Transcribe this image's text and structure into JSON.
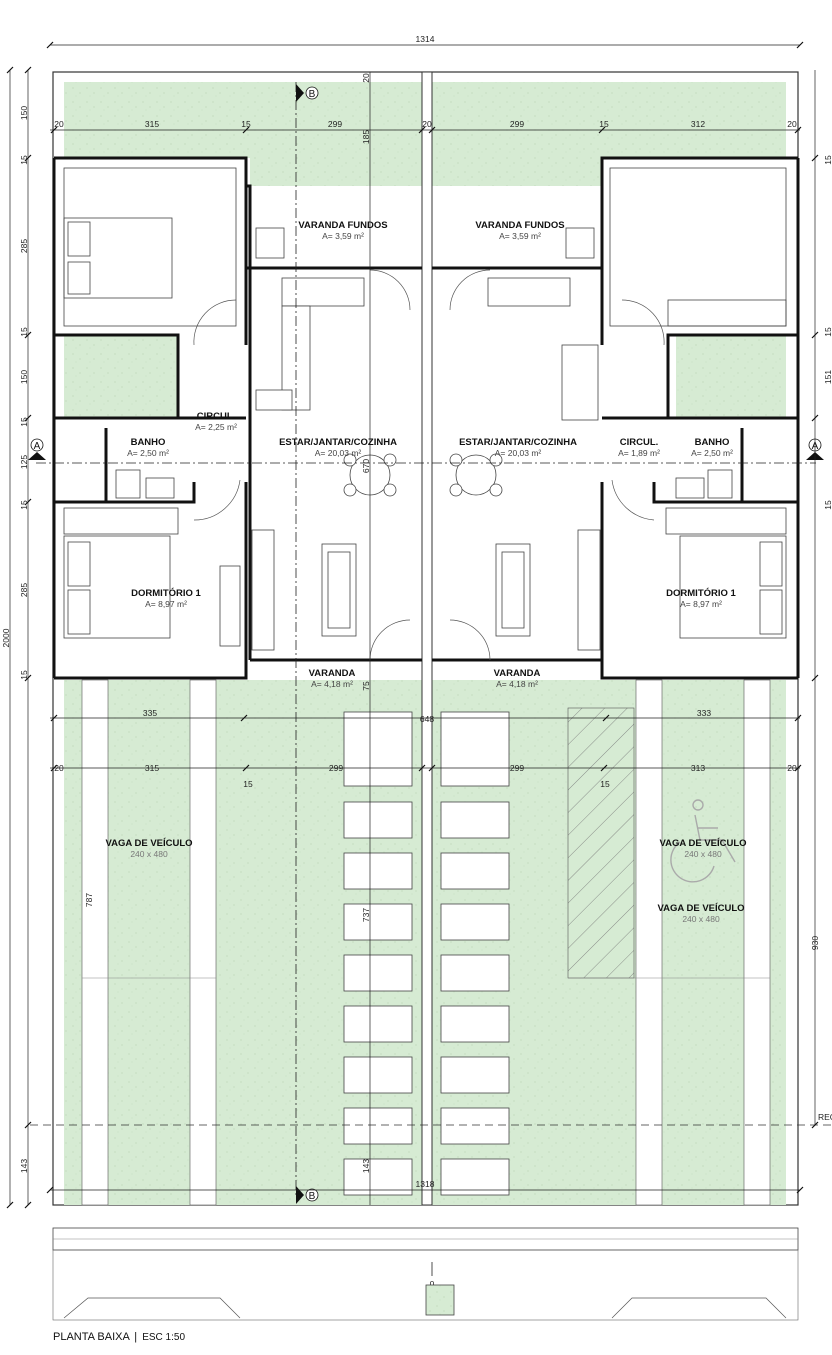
{
  "title": {
    "main": "PLANTA BAIXA",
    "separator": "|",
    "scale": "ESC 1:50"
  },
  "axes": {
    "a": "A",
    "b": "B"
  },
  "rooms": {
    "varanda_fundos_left": {
      "name": "VARANDA FUNDOS",
      "area": "A= 3,59 m²"
    },
    "varanda_fundos_right": {
      "name": "VARANDA FUNDOS",
      "area": "A= 3,59 m²"
    },
    "circul_left": {
      "name": "CIRCUL.",
      "area": "A= 2,25 m²"
    },
    "circul_right": {
      "name": "CIRCUL.",
      "area": "A= 1,89 m²"
    },
    "banho_left": {
      "name": "BANHO",
      "area": "A= 2,50 m²"
    },
    "banho_right": {
      "name": "BANHO",
      "area": "A= 2,50 m²"
    },
    "estar_left": {
      "name": "ESTAR/JANTAR/COZINHA",
      "area": "A= 20,03 m²"
    },
    "estar_right": {
      "name": "ESTAR/JANTAR/COZINHA",
      "area": "A= 20,03 m²"
    },
    "dorm_left": {
      "name": "DORMITÓRIO 1",
      "area": "A= 8,97 m²"
    },
    "dorm_right": {
      "name": "DORMITÓRIO 1",
      "area": "A= 8,97 m²"
    },
    "varanda_left": {
      "name": "VARANDA",
      "area": "A= 4,18 m²"
    },
    "varanda_right": {
      "name": "VARANDA",
      "area": "A= 4,18 m²"
    },
    "vaga_left": {
      "name": "VAGA DE VEÍCULO",
      "area": "240 x 480"
    },
    "vaga_right_1": {
      "name": "VAGA DE VEÍCULO",
      "area": "240 x 480"
    },
    "vaga_right_2": {
      "name": "VAGA DE VEÍCULO",
      "area": "240 x 480"
    }
  },
  "dimensions": {
    "total_top": "1314",
    "total_bottom": "1318",
    "row1": [
      "20",
      "315",
      "15",
      "299",
      "20",
      "299",
      "15",
      "312",
      "20"
    ],
    "row2_mid": [
      "335",
      "648",
      "333"
    ],
    "row3": [
      "20",
      "315",
      "15",
      "299",
      "299",
      "15",
      "313",
      "20"
    ],
    "left_side": [
      "150",
      "15",
      "285",
      "15",
      "150",
      "15",
      "125",
      "15",
      "285",
      "15",
      "787",
      "143"
    ],
    "left_total": "2000",
    "right_side": [
      "15",
      "151",
      "15",
      "15",
      "930"
    ],
    "inner": [
      "20",
      "185",
      "670",
      "75",
      "737",
      "143",
      "0"
    ],
    "reg": "REG"
  }
}
